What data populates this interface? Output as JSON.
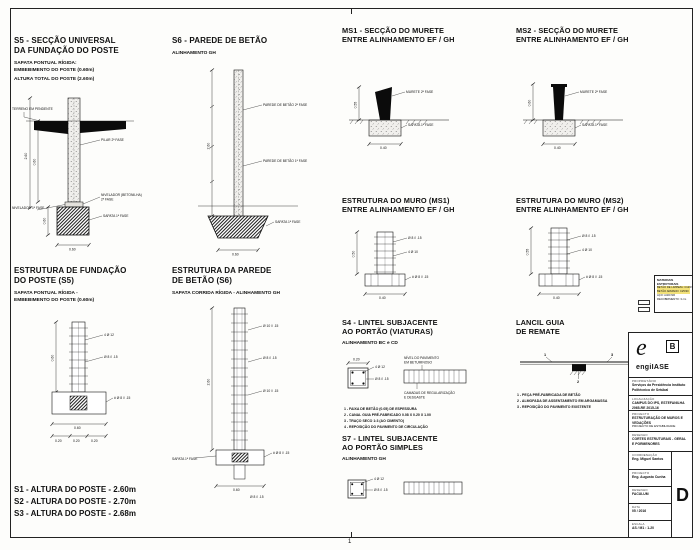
{
  "page": {
    "number": "1"
  },
  "s5": {
    "title1": "S5 - SECÇÃO UNIVERSAL",
    "title2": "DA FUNDAÇÃO DO POSTE",
    "sub1": "SAPATA PONTUAL RÍGIDA:",
    "sub2": "EMBEBIMENTO DO POSTE (0.60m)",
    "sub3": "ALTURA TOTAL DO POSTE (2.60m)",
    "lbl_terreno": "TERRENO EM PENDENTE",
    "lbl_pilar": "PILAR 2ª FASE",
    "lbl_nivelador1": "NIVELADOR (BETONILHA)",
    "lbl_nivelador2": "2ª FASE",
    "lbl_nivelador_esq": "NIVELADOR 1ª FASE",
    "lbl_sapata": "SAPATA 1ª FASE",
    "dim_total": "2.60",
    "dim_embed": "0.60",
    "dim_w": "0.60",
    "dim_h": "0.60"
  },
  "s6": {
    "title": "S6 - PAREDE DE BETÃO",
    "sub": "ALINHAMENTO GH",
    "lbl_parede2": "PAREDE DE BETÃO 2ª FASE",
    "lbl_parede1": "PAREDE DE BETÃO 1ª FASE",
    "lbl_sapata": "SAPATA 1ª FASE",
    "dim_h": "2.60",
    "dim_w": "0.60"
  },
  "ms1": {
    "title1": "MS1 - SECÇÃO DO MURETE",
    "title2": "ENTRE ALINHAMENTO EF / GH",
    "lbl_murete": "MURETE 2ª FASE",
    "lbl_sapata": "SAPATA 1ª FASE",
    "dim_left": "0.55",
    "dim_w": "0.40"
  },
  "ms2": {
    "title1": "MS2 - SECÇÃO DO MURETE",
    "title2": "ENTRE ALINHAMENTO EF / GH",
    "lbl_murete": "MURETE 2ª FASE",
    "lbl_sapata": "SAPATA 1ª FASE",
    "dim_left": "0.60",
    "dim_w": "0.40"
  },
  "muro_ms1": {
    "title1": "ESTRUTURA DO MURO (MS1)",
    "title2": "ENTRE ALINHAMENTO EF / GH",
    "lbl_r1": "Ø 8 // .15",
    "lbl_r2": "4 Ø 10",
    "lbl_r3": "# Ø 8 // .15",
    "dim_left": "0.50",
    "dim_w": "0.40"
  },
  "muro_ms2": {
    "title1": "ESTRUTURA DO MURO (MS2)",
    "title2": "ENTRE ALINHAMENTO EF / GH",
    "lbl_r1": "Ø 8 // .15",
    "lbl_r2": "4 Ø 10",
    "lbl_r3": "# Ø 8 // .15",
    "dim_left": "0.55",
    "dim_w": "0.40"
  },
  "ef_s5": {
    "title1": "ESTRUTURA DE FUNDAÇÃO",
    "title2": "DO POSTE (S5)",
    "sub1": "SAPATA PONTUAL RÍGIDA -",
    "sub2": "EMBEBIMENTO DO POSTE (0.60m)",
    "lbl_r1": "4 Ø 12",
    "lbl_r2": "Ø 8 // .15",
    "lbl_r3": "# Ø 8 // .15",
    "dim_embed": "0.60",
    "dim_w": "0.60",
    "dim_a": "0.20",
    "dim_b": "0.20",
    "dim_c": "0.20"
  },
  "ep_s6": {
    "title1": "ESTRUTURA DA PAREDE",
    "title2": "DE BETÃO (S6)",
    "sub": "SAPATA CORRIDA RÍGIDA - ALINHAMENTO GH",
    "lbl_r1": "Ø 10 // .15",
    "lbl_r2": "Ø 8 // .15",
    "lbl_r3": "Ø 10 // .15",
    "lbl_r4": "# Ø 8 // .15",
    "lbl_r5": "Ø 8 // .15",
    "lbl_sapata": "SAPATA 1ª FASE",
    "dim_h": "2.60",
    "dim_w": "0.60"
  },
  "s4": {
    "title1": "S4 - LINTEL SUBJACENTE",
    "title2": "AO PORTÃO (VIATURAS)",
    "sub": "ALINHAMENTO BC e CD",
    "lbl_pav1": "NÍVEL DO PAVIMENTO",
    "lbl_pav2": "EM BETUMINOSO",
    "lbl_cam1": "CAMADAS DE REGULARIZAÇÃO",
    "lbl_cam2": "E DESGASTE",
    "lbl_r1": "4 Ø 12",
    "lbl_r2": "Ø 8 // .15",
    "dim_w": "0.20",
    "notes": [
      "1 - FAIXA DE BETÃO (0.05) DE ESPESSURA",
      "2 - CANAL GUIA PRÉ-FABRICADO 0.08 X 0.20 X 1.00",
      "3 - TRAÇO SECO 1:3 (AO CIMENTO)",
      "4 - REPOSIÇÃO DO PAVIMENTO DE CIRCULAÇÃO"
    ]
  },
  "s7": {
    "title1": "S7 - LINTEL SUBJACENTE",
    "title2": "AO PORTÃO SIMPLES",
    "sub": "ALINHAMENTO GH",
    "lbl_r1": "4 Ø 12",
    "lbl_r2": "Ø 8 // .15"
  },
  "lancil": {
    "title1": "LANCIL GUIA",
    "title2": "DE REMATE",
    "n1": "1",
    "n2": "2",
    "n3": "3",
    "notes": [
      "1 - PEÇA PRÉ-FABRICADA DE BETÃO",
      "2 - ALMOFADA DE ASSENTAMENTO EM ARGAMASSA",
      "3 - REPOSIÇÃO DO PAVIMENTO EXISTENTE"
    ]
  },
  "posts": {
    "s1": "S1 - ALTURA DO POSTE - 2.60m",
    "s2": "S2 - ALTURA DO POSTE - 2.70m",
    "s3": "S3 - ALTURA DO POSTE - 2.68m"
  },
  "titleblock": {
    "materials_title": "MATERIAIS ESTRUTURAIS",
    "materials": [
      "BETÃO DE LIMPEZA: C12/15",
      "BETÃO ARMADO: C25/30",
      "AÇO: A400 NR",
      "RECOBRIMENTO: 3 cm"
    ],
    "logo_e": "e",
    "logo_b": "B",
    "logo_text": "engiIASE",
    "owner_label": "PROPRIETÁRIO",
    "owner": "Serviços da Presidência Instituto Politécnico de Setúbal",
    "location_label": "LOCALIZAÇÃO",
    "location": "CAMPUS DO IPS, ESTEFANILHA 2065-RE 2015-16",
    "project_label": "PROJECTO",
    "project": "ESTRUTURAÇÃO DE MUROS E VEDAÇÕES",
    "project_sub": "PROJECTO DE ESTABILIDADE",
    "drawing_label": "DESENHO",
    "drawing": "CORTES ESTRUTURAIS - GERAL E PORMENORES",
    "rows": [
      {
        "label": "Coordenação",
        "value": "Eng. Miguel Santos"
      },
      {
        "label": "Projecto",
        "value": "Eng. Augusto Cunha"
      },
      {
        "label": "Desenho",
        "value": "FACULUM"
      },
      {
        "label": "Data",
        "value": "05 / 2016"
      },
      {
        "label": "Escala",
        "value": "AS / M1 : 1-20"
      }
    ],
    "sheet_letter": "D"
  }
}
